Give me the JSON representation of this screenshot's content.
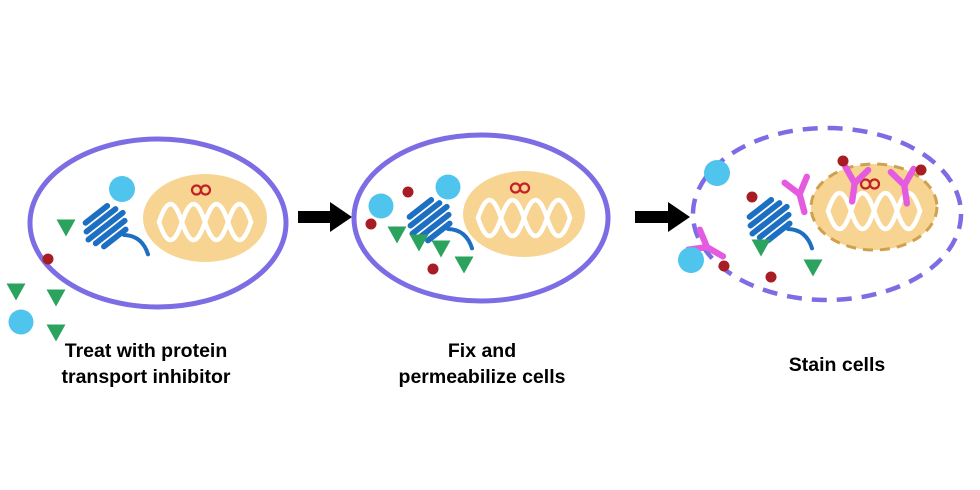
{
  "steps": [
    {
      "id": "treat",
      "label_line1": "Treat with protein",
      "label_line2": "transport inhibitor"
    },
    {
      "id": "fix",
      "label_line1": "Fix and",
      "label_line2": "permeabilize cells"
    },
    {
      "id": "stain",
      "label_line1": "Stain cells",
      "label_line2": ""
    }
  ],
  "icons": {
    "cell_membrane": "purple-ellipse-outline",
    "permeabilized_membrane": "purple-dashed-ellipse-outline",
    "nucleus": "tan-filled-ellipse",
    "permeabilized_nucleus": "tan-ellipse-dashed-outline",
    "dna": "white-double-helix",
    "chromatin_mark": "red-double-loop",
    "protein": "cyan-circle",
    "antigen": "green-down-triangle",
    "cytokine": "dark-red-dot",
    "golgi": "blue-stacked-lines-with-tail",
    "antibody": "magenta-y-shape",
    "step_arrow": "black-right-arrow"
  },
  "colors": {
    "background": "#FFFFFF",
    "membrane": "#7D6DE4",
    "nucleus_fill": "#F7D492",
    "nucleus_dashed_stroke": "#CFA14E",
    "dna": "#FFFFFF",
    "chromatin": "#C42127",
    "protein": "#4FC4EC",
    "antigen": "#2BA35F",
    "cytokine": "#A81C24",
    "golgi": "#1D6FC2",
    "antibody": "#E45BE0",
    "arrow": "#000000",
    "label_text": "#000000"
  }
}
